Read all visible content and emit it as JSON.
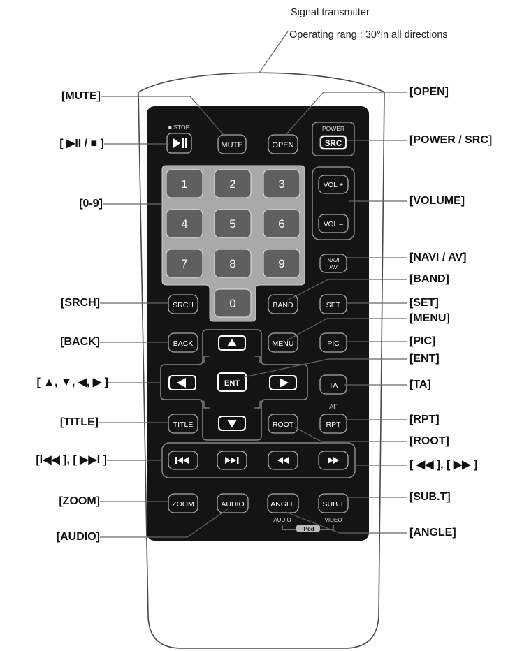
{
  "header": {
    "signal_label": "Signal transmitter",
    "range_label": "Operating rang : 30°in all directions"
  },
  "buttons": {
    "stop_tag": "■ STOP",
    "mute": "MUTE",
    "open": "OPEN",
    "power_tag": "POWER",
    "src": "SRC",
    "digits": [
      "1",
      "2",
      "3",
      "4",
      "5",
      "6",
      "7",
      "8",
      "9",
      "0"
    ],
    "vol_plus": "VOL +",
    "vol_minus": "VOL –",
    "navi_top": "NAVI",
    "navi_bottom": "/AV",
    "srch": "SRCH",
    "band": "BAND",
    "set": "SET",
    "back": "BACK",
    "menu": "MENU",
    "pic": "PIC",
    "ent": "ENT",
    "ta": "TA",
    "af_tag": "AF",
    "title": "TITLE",
    "root": "ROOT",
    "rpt": "RPT",
    "zoom": "ZOOM",
    "audio": "AUDIO",
    "angle": "ANGLE",
    "subt": "SUB.T",
    "audio_tag": "AUDIO",
    "video_tag": "VIDEO",
    "ipod_tag": "iPod"
  },
  "callouts": {
    "mute": "[MUTE]",
    "play_stop": "[ ▶II / ■ ]",
    "digits": "[0-9]",
    "srch": "[SRCH]",
    "back": "[BACK]",
    "arrows": "[ ▲, ▼, ◀, ▶ ]",
    "title": "[TITLE]",
    "skip": "[I◀◀ ], [ ▶▶I ]",
    "zoom": "[ZOOM]",
    "audio": "[AUDIO]",
    "open": "[OPEN]",
    "power_src": "[POWER / SRC]",
    "volume": "[VOLUME]",
    "navi_av": "[NAVI / AV]",
    "band": "[BAND]",
    "set": "[SET]",
    "menu": "[MENU]",
    "pic": "[PIC]",
    "ent": "[ENT]",
    "ta": "[TA]",
    "rpt": "[RPT]",
    "root": "[ROOT]",
    "fast": "[ ◀◀ ], [ ▶▶ ]",
    "subt": "[SUB.T]",
    "angle": "[ANGLE]"
  },
  "colors": {
    "panel": "#141414",
    "key_grey": "#5f5f5f",
    "pad_grey": "#a9a9a9",
    "outline": "#777777",
    "leader": "#666666"
  }
}
